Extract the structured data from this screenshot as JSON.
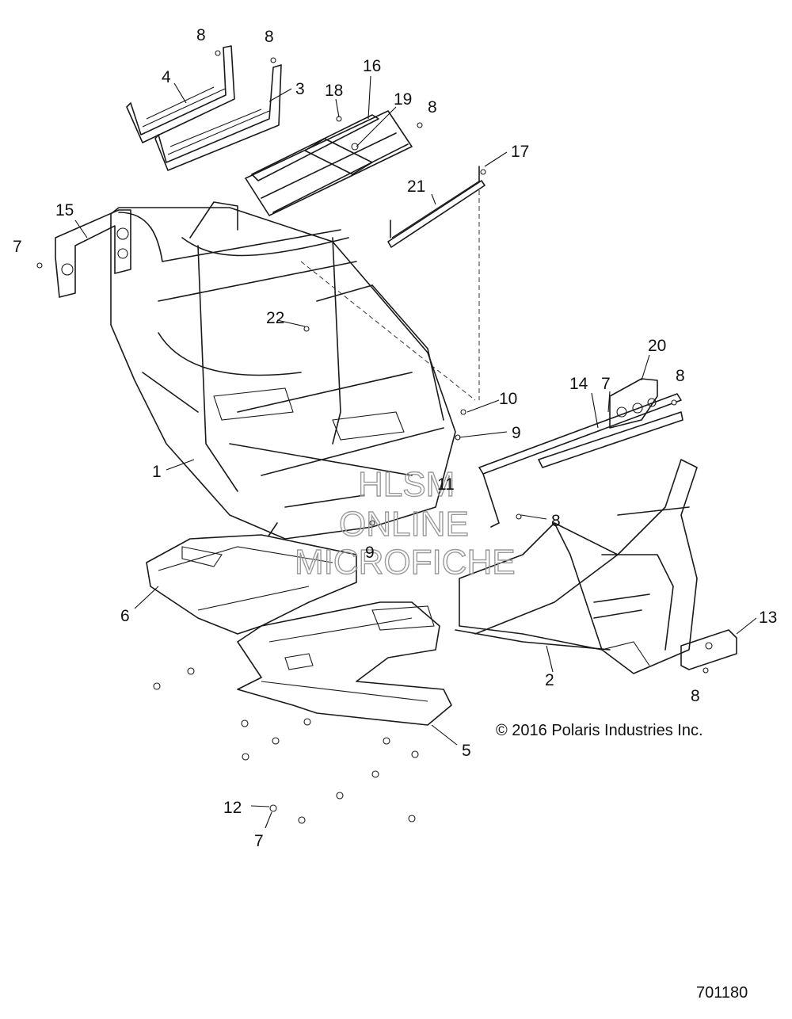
{
  "copyright": "© 2016 Polaris Industries Inc.",
  "figure_number": "701180",
  "watermark": [
    "HLSM",
    "ONLINE",
    "MICROFICHE"
  ],
  "callouts": {
    "c1": "1",
    "c2": "2",
    "c3": "3",
    "c4": "4",
    "c5": "5",
    "c6": "6",
    "c7a": "7",
    "c7b": "7",
    "c7c": "7",
    "c8a": "8",
    "c8b": "8",
    "c8c": "8",
    "c8d": "8",
    "c8e": "8",
    "c8f": "8",
    "c9a": "9",
    "c9b": "9",
    "c10": "10",
    "c11": "11",
    "c12": "12",
    "c13": "13",
    "c14": "14",
    "c15": "15",
    "c16": "16",
    "c17": "17",
    "c18": "18",
    "c19": "19",
    "c20": "20",
    "c21": "21",
    "c22": "22"
  },
  "colors": {
    "line": "#1a1a1a",
    "watermark": "#9a9a9a",
    "background": "#ffffff"
  }
}
